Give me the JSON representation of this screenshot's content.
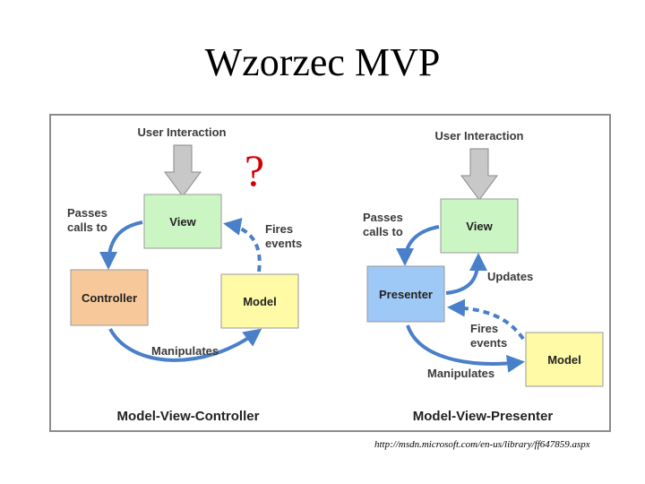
{
  "title": "Wzorzec MVP",
  "source_url": "http://msdn.microsoft.com/en-us/library/ff647859.aspx",
  "colors": {
    "view_box": "#ccf5c4",
    "controller_box": "#f7c99a",
    "model_box": "#fffaa6",
    "presenter_box": "#9ec8f5",
    "arrow": "#4a7fc9",
    "question_mark": "#d40000",
    "input_arrow": "#c8c8c8"
  },
  "mvc": {
    "question_mark": "?",
    "user_interaction": "User Interaction",
    "view": "View",
    "controller": "Controller",
    "model": "Model",
    "passes_line1": "Passes",
    "passes_line2": "calls to",
    "fires_line1": "Fires",
    "fires_line2": "events",
    "manipulates": "Manipulates",
    "caption": "Model-View-Controller"
  },
  "mvp": {
    "user_interaction": "User Interaction",
    "view": "View",
    "presenter": "Presenter",
    "model": "Model",
    "passes_line1": "Passes",
    "passes_line2": "calls to",
    "updates": "Updates",
    "fires_line1": "Fires",
    "fires_line2": "events",
    "manipulates": "Manipulates",
    "caption": "Model-View-Presenter"
  }
}
